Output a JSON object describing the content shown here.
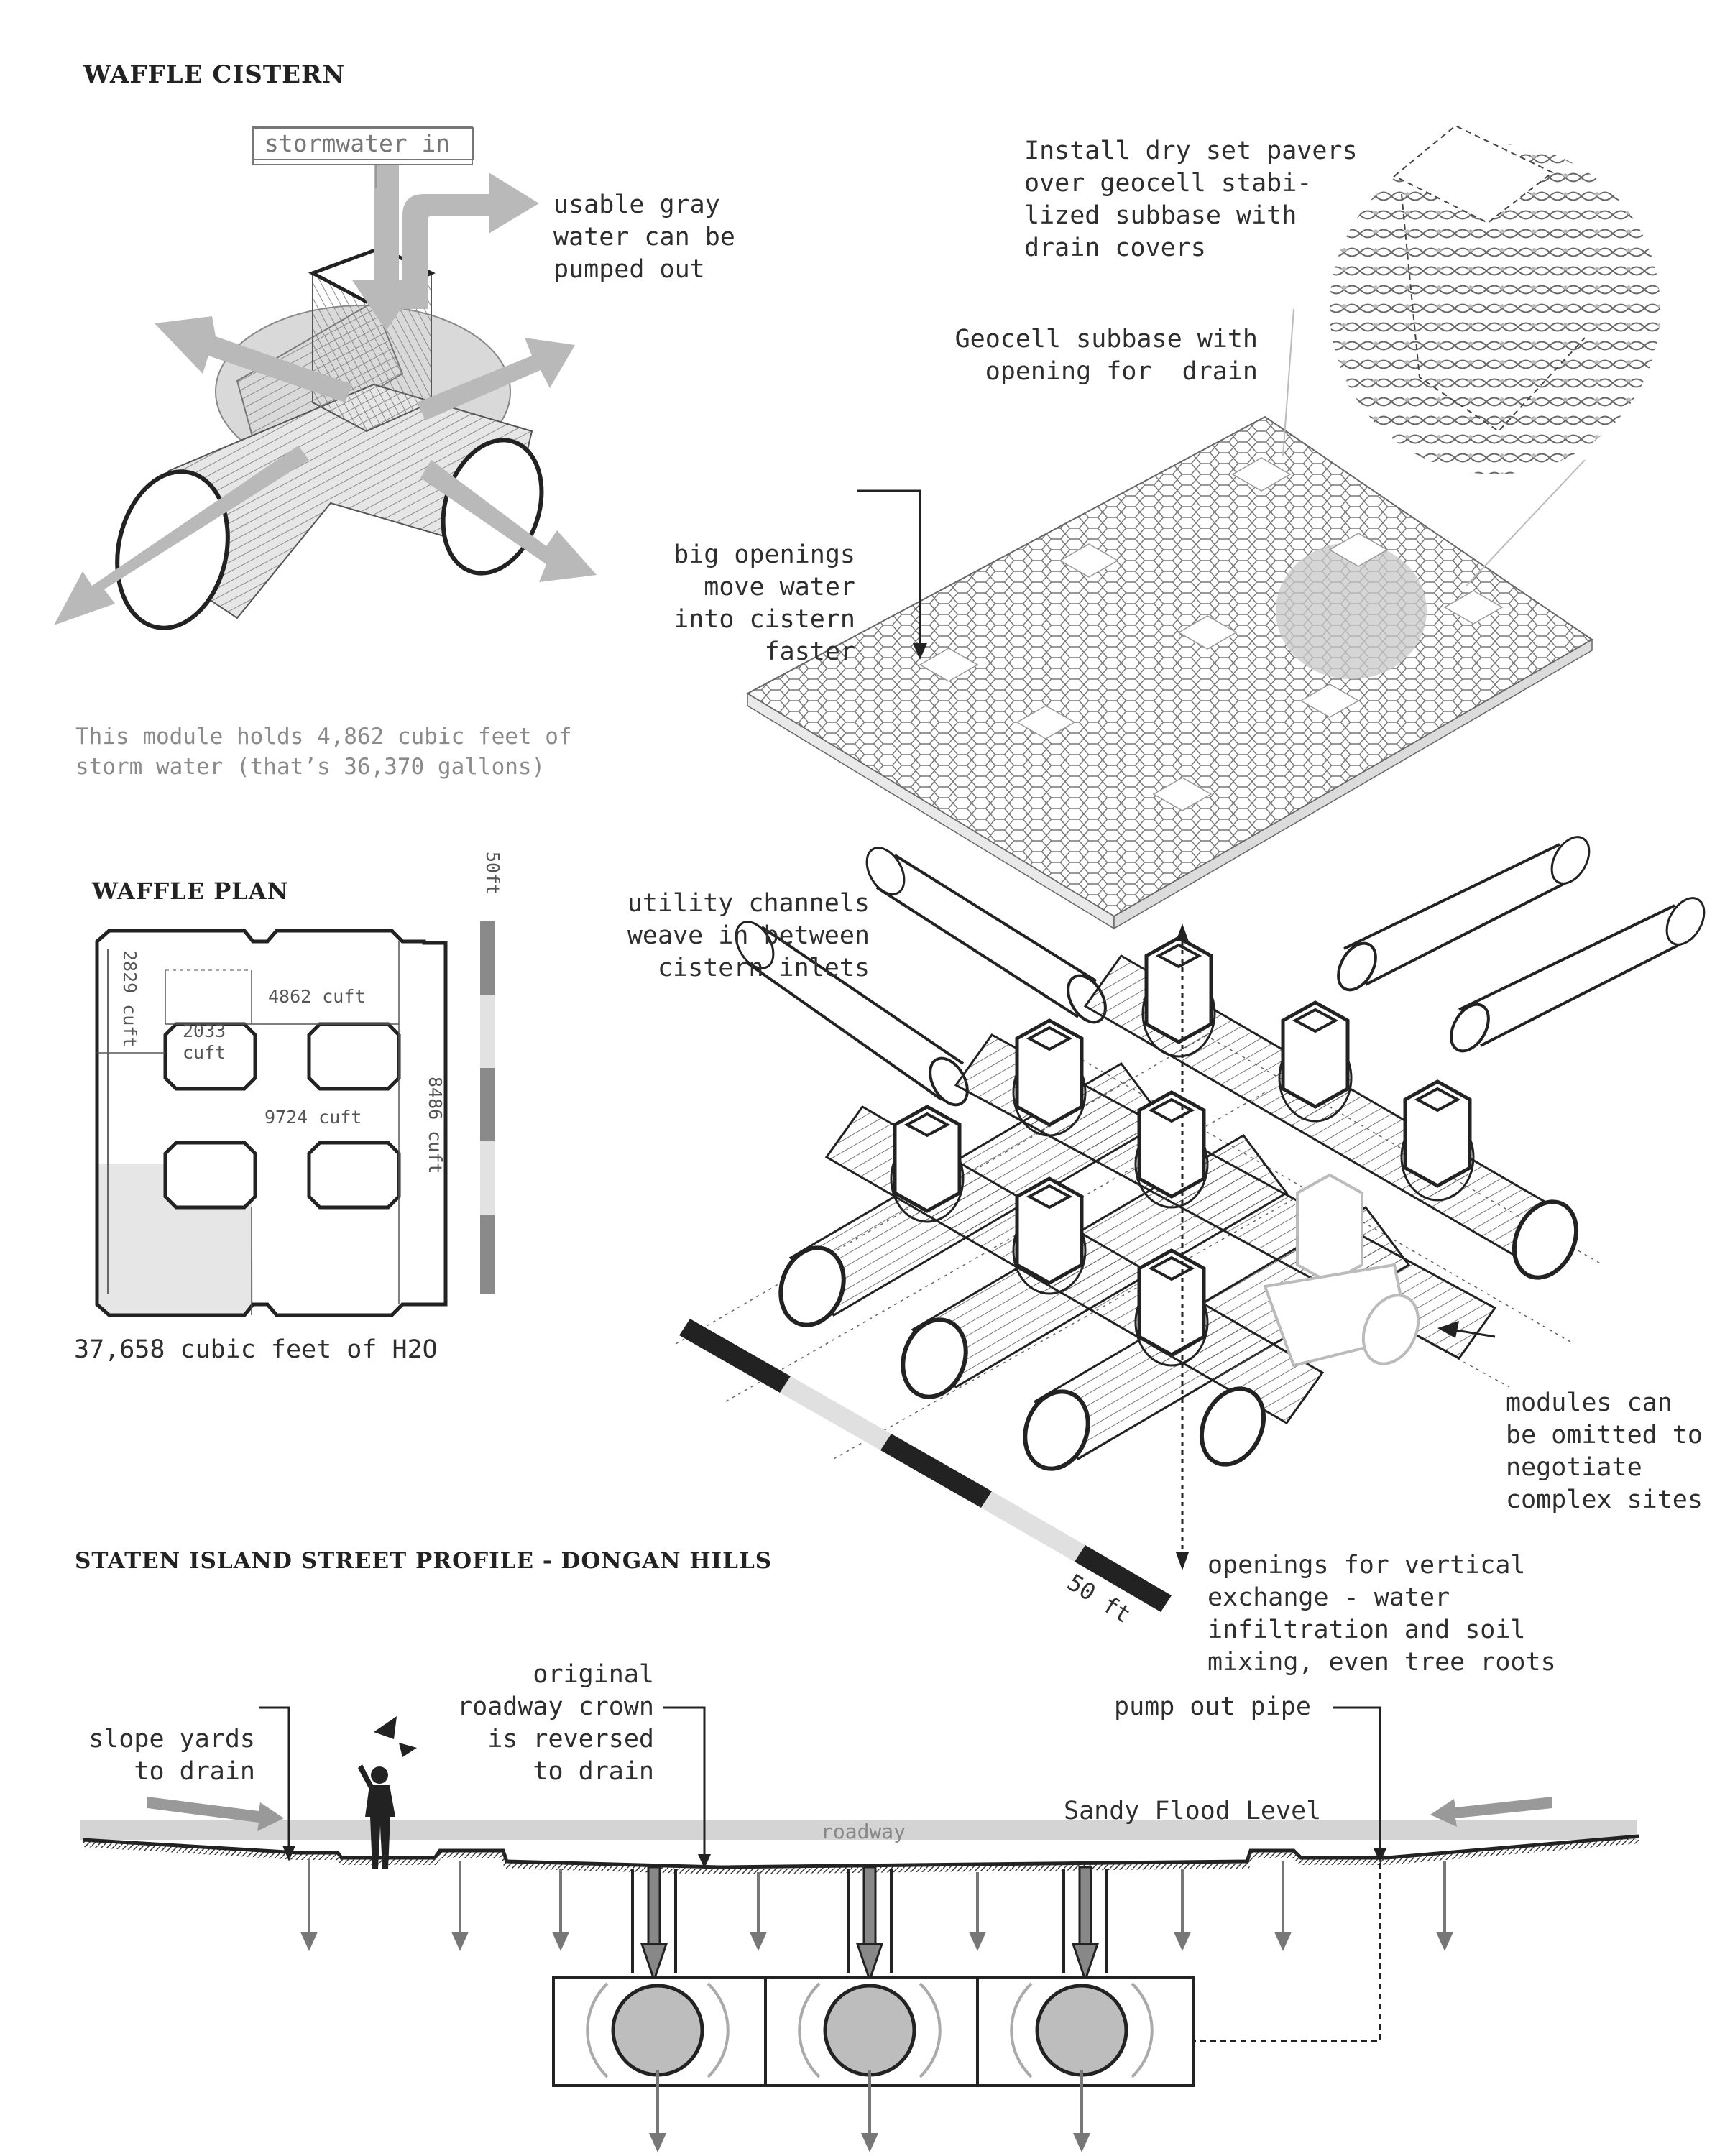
{
  "cistern": {
    "title": "WAFFLE CISTERN",
    "stormwater_label": "stormwater in",
    "gray_water_label": [
      "usable gray",
      "water can be",
      "pumped out"
    ],
    "capacity_note": [
      "This module holds 4,862 cubic feet of",
      "storm water (that’s 36,370 gallons)"
    ]
  },
  "geocell": {
    "pavers_label": [
      "Install dry set pavers",
      "over geocell stabi-",
      "lized subbase with",
      "drain covers"
    ],
    "subbase_label": [
      "Geocell subbase with",
      "opening for  drain"
    ],
    "big_openings_label": [
      "big openings",
      "move water",
      "into cistern",
      "faster"
    ]
  },
  "plan": {
    "title": "WAFFLE PLAN",
    "scale_label": "50ft",
    "cells": {
      "c2829": "2829 cuft",
      "c2033a": "2033",
      "c2033b": "cuft",
      "c4862": "4862 cuft",
      "c9724": "9724 cuft",
      "c8486": "8486 cuft"
    },
    "total": "37,658 cubic feet of H2O"
  },
  "modules": {
    "utility_label": [
      "utility channels",
      "weave in between",
      "cistern inlets"
    ],
    "omit_label": [
      "modules can",
      "be omitted to",
      "negotiate",
      "complex sites"
    ],
    "vertical_label": [
      "openings for vertical",
      "exchange - water",
      "infiltration and soil",
      "mixing, even tree roots"
    ],
    "scale_label": "50 ft"
  },
  "profile": {
    "title": "STATEN ISLAND STREET PROFILE - DONGAN HILLS",
    "slope_label": [
      "slope yards",
      "to drain"
    ],
    "crown_label": [
      "original",
      "roadway crown",
      "is reversed",
      "to drain"
    ],
    "pump_label": "pump out pipe",
    "flood_label": "Sandy Flood Level",
    "roadway_label": "roadway"
  }
}
